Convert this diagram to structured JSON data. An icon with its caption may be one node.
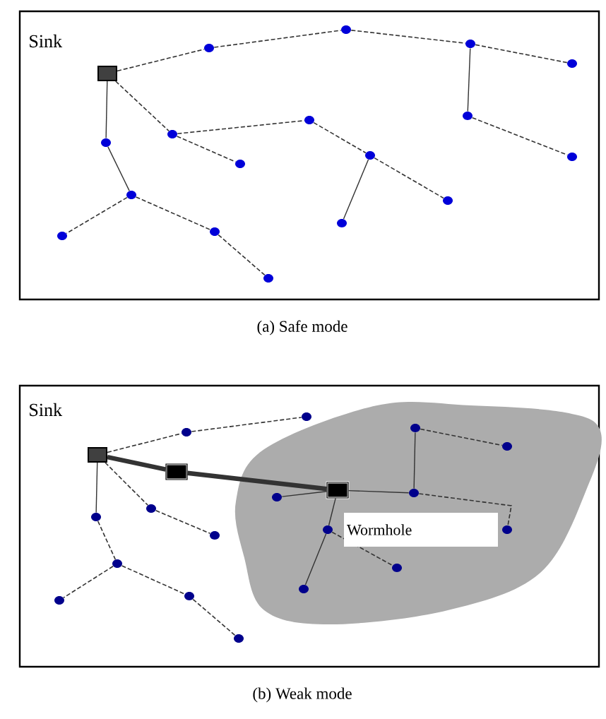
{
  "diagram": {
    "nodes": [
      {
        "text": [],
        "shape": "box"
      },
      {
        "text": [],
        "shape": "circle"
      },
      {
        "text": [],
        "shape": "circle"
      },
      {
        "text": [],
        "shape": "circle"
      },
      {
        "text": [],
        "shape": "circle"
      },
      {
        "text": [],
        "shape": "circle"
      },
      {
        "text": [],
        "shape": "circle"
      },
      {
        "text": [],
        "shape": "circle"
      },
      {
        "text": [],
        "shape": "circle"
      },
      {
        "text": [],
        "shape": "circle"
      },
      {
        "text": [],
        "shape": "circle"
      },
      {
        "text": [],
        "shape": "circle"
      },
      {
        "text": [],
        "shape": "circle"
      },
      {
        "text": [],
        "shape": "circle"
      },
      {
        "text": [],
        "shape": "circle"
      },
      {
        "text": [],
        "shape": "circle"
      },
      {
        "text": [],
        "shape": "circle"
      },
      {
        "text": [],
        "shape": "circle"
      },
      {
        "text": [],
        "shape": "box"
      },
      {
        "text": [],
        "shape": "box"
      },
      {
        "text": [],
        "shape": "box"
      },
      {
        "text": [
          "Wormhole"
        ]
      },
      {
        "text": [],
        "shape": "circle"
      },
      {
        "text": [],
        "shape": "circle"
      },
      {
        "text": [],
        "shape": "circle"
      },
      {
        "text": [],
        "shape": "circle"
      },
      {
        "text": [],
        "shape": "circle"
      },
      {
        "text": [],
        "shape": "circle"
      },
      {
        "text": [],
        "shape": "circle"
      },
      {
        "text": [],
        "shape": "circle"
      },
      {
        "text": [],
        "shape": "circle"
      },
      {
        "text": [],
        "shape": "circle"
      },
      {
        "text": [],
        "shape": "circle"
      },
      {
        "text": [],
        "shape": "circle"
      },
      {
        "text": [],
        "shape": "circle"
      },
      {
        "text": [],
        "shape": "circle"
      },
      {
        "text": [],
        "shape": "circle"
      },
      {
        "text": [],
        "shape": "circle"
      },
      {
        "text": [],
        "shape": "circle"
      }
    ],
    "edges": [
      {
        "from": 0,
        "to": 1,
        "arrow": "none",
        "style": "dashed"
      },
      {
        "from": 1,
        "to": 2,
        "arrow": "none",
        "style": "dashed"
      },
      {
        "from": 2,
        "to": 3,
        "arrow": "none",
        "style": "dashed"
      },
      {
        "from": 3,
        "to": 4,
        "arrow": "none",
        "style": "dashed"
      },
      {
        "from": 3,
        "to": 5,
        "arrow": "none"
      },
      {
        "from": 5,
        "to": 6,
        "arrow": "none",
        "style": "dashed"
      },
      {
        "from": 0,
        "to": 7,
        "arrow": "none",
        "style": "dashed"
      },
      {
        "from": 7,
        "to": 8,
        "arrow": "none",
        "style": "dashed"
      },
      {
        "from": 7,
        "to": 9,
        "arrow": "none",
        "style": "dashed"
      },
      {
        "from": 9,
        "to": 10,
        "arrow": "none",
        "style": "dashed"
      },
      {
        "from": 10,
        "to": 11,
        "arrow": "none",
        "style": "dashed"
      },
      {
        "from": 10,
        "to": 12,
        "arrow": "none"
      },
      {
        "from": 0,
        "to": 13,
        "arrow": "none"
      },
      {
        "from": 13,
        "to": 14,
        "arrow": "none"
      },
      {
        "from": 14,
        "to": 15,
        "arrow": "none",
        "style": "dashed"
      },
      {
        "from": 14,
        "to": 16,
        "arrow": "none",
        "style": "dashed"
      },
      {
        "from": 16,
        "to": 17,
        "arrow": "none",
        "style": "dashed"
      },
      {
        "from": 18,
        "to": 22,
        "arrow": "none",
        "style": "dashed"
      },
      {
        "from": 22,
        "to": 23,
        "arrow": "none",
        "style": "dashed"
      },
      {
        "from": 18,
        "to": 19,
        "arrow": "none",
        "style": "thick"
      },
      {
        "from": 19,
        "to": 20,
        "arrow": "none",
        "style": "thick"
      },
      {
        "from": 20,
        "to": 28,
        "arrow": "none"
      },
      {
        "from": 20,
        "to": 26,
        "arrow": "none"
      },
      {
        "from": 26,
        "to": 24,
        "arrow": "none"
      },
      {
        "from": 24,
        "to": 25,
        "arrow": "none",
        "style": "dashed"
      },
      {
        "from": 26,
        "to": 27,
        "arrow": "none",
        "style": "dashed"
      },
      {
        "from": 20,
        "to": 29,
        "arrow": "none"
      },
      {
        "from": 29,
        "to": 30,
        "arrow": "none"
      },
      {
        "from": 29,
        "to": 31,
        "arrow": "none",
        "style": "dashed"
      },
      {
        "from": 18,
        "to": 32,
        "arrow": "none",
        "style": "dashed"
      },
      {
        "from": 32,
        "to": 33,
        "arrow": "none",
        "style": "dashed"
      },
      {
        "from": 18,
        "to": 34,
        "arrow": "none"
      },
      {
        "from": 34,
        "to": 35,
        "arrow": "none",
        "style": "dashed"
      },
      {
        "from": 35,
        "to": 36,
        "arrow": "none",
        "style": "dashed"
      },
      {
        "from": 35,
        "to": 37,
        "arrow": "none",
        "style": "dashed"
      },
      {
        "from": 37,
        "to": 38,
        "arrow": "none",
        "style": "dashed"
      }
    ],
    "labels": [
      "Sink",
      "(a) Safe mode",
      "Sink",
      "(b) Weak mode"
    ]
  }
}
